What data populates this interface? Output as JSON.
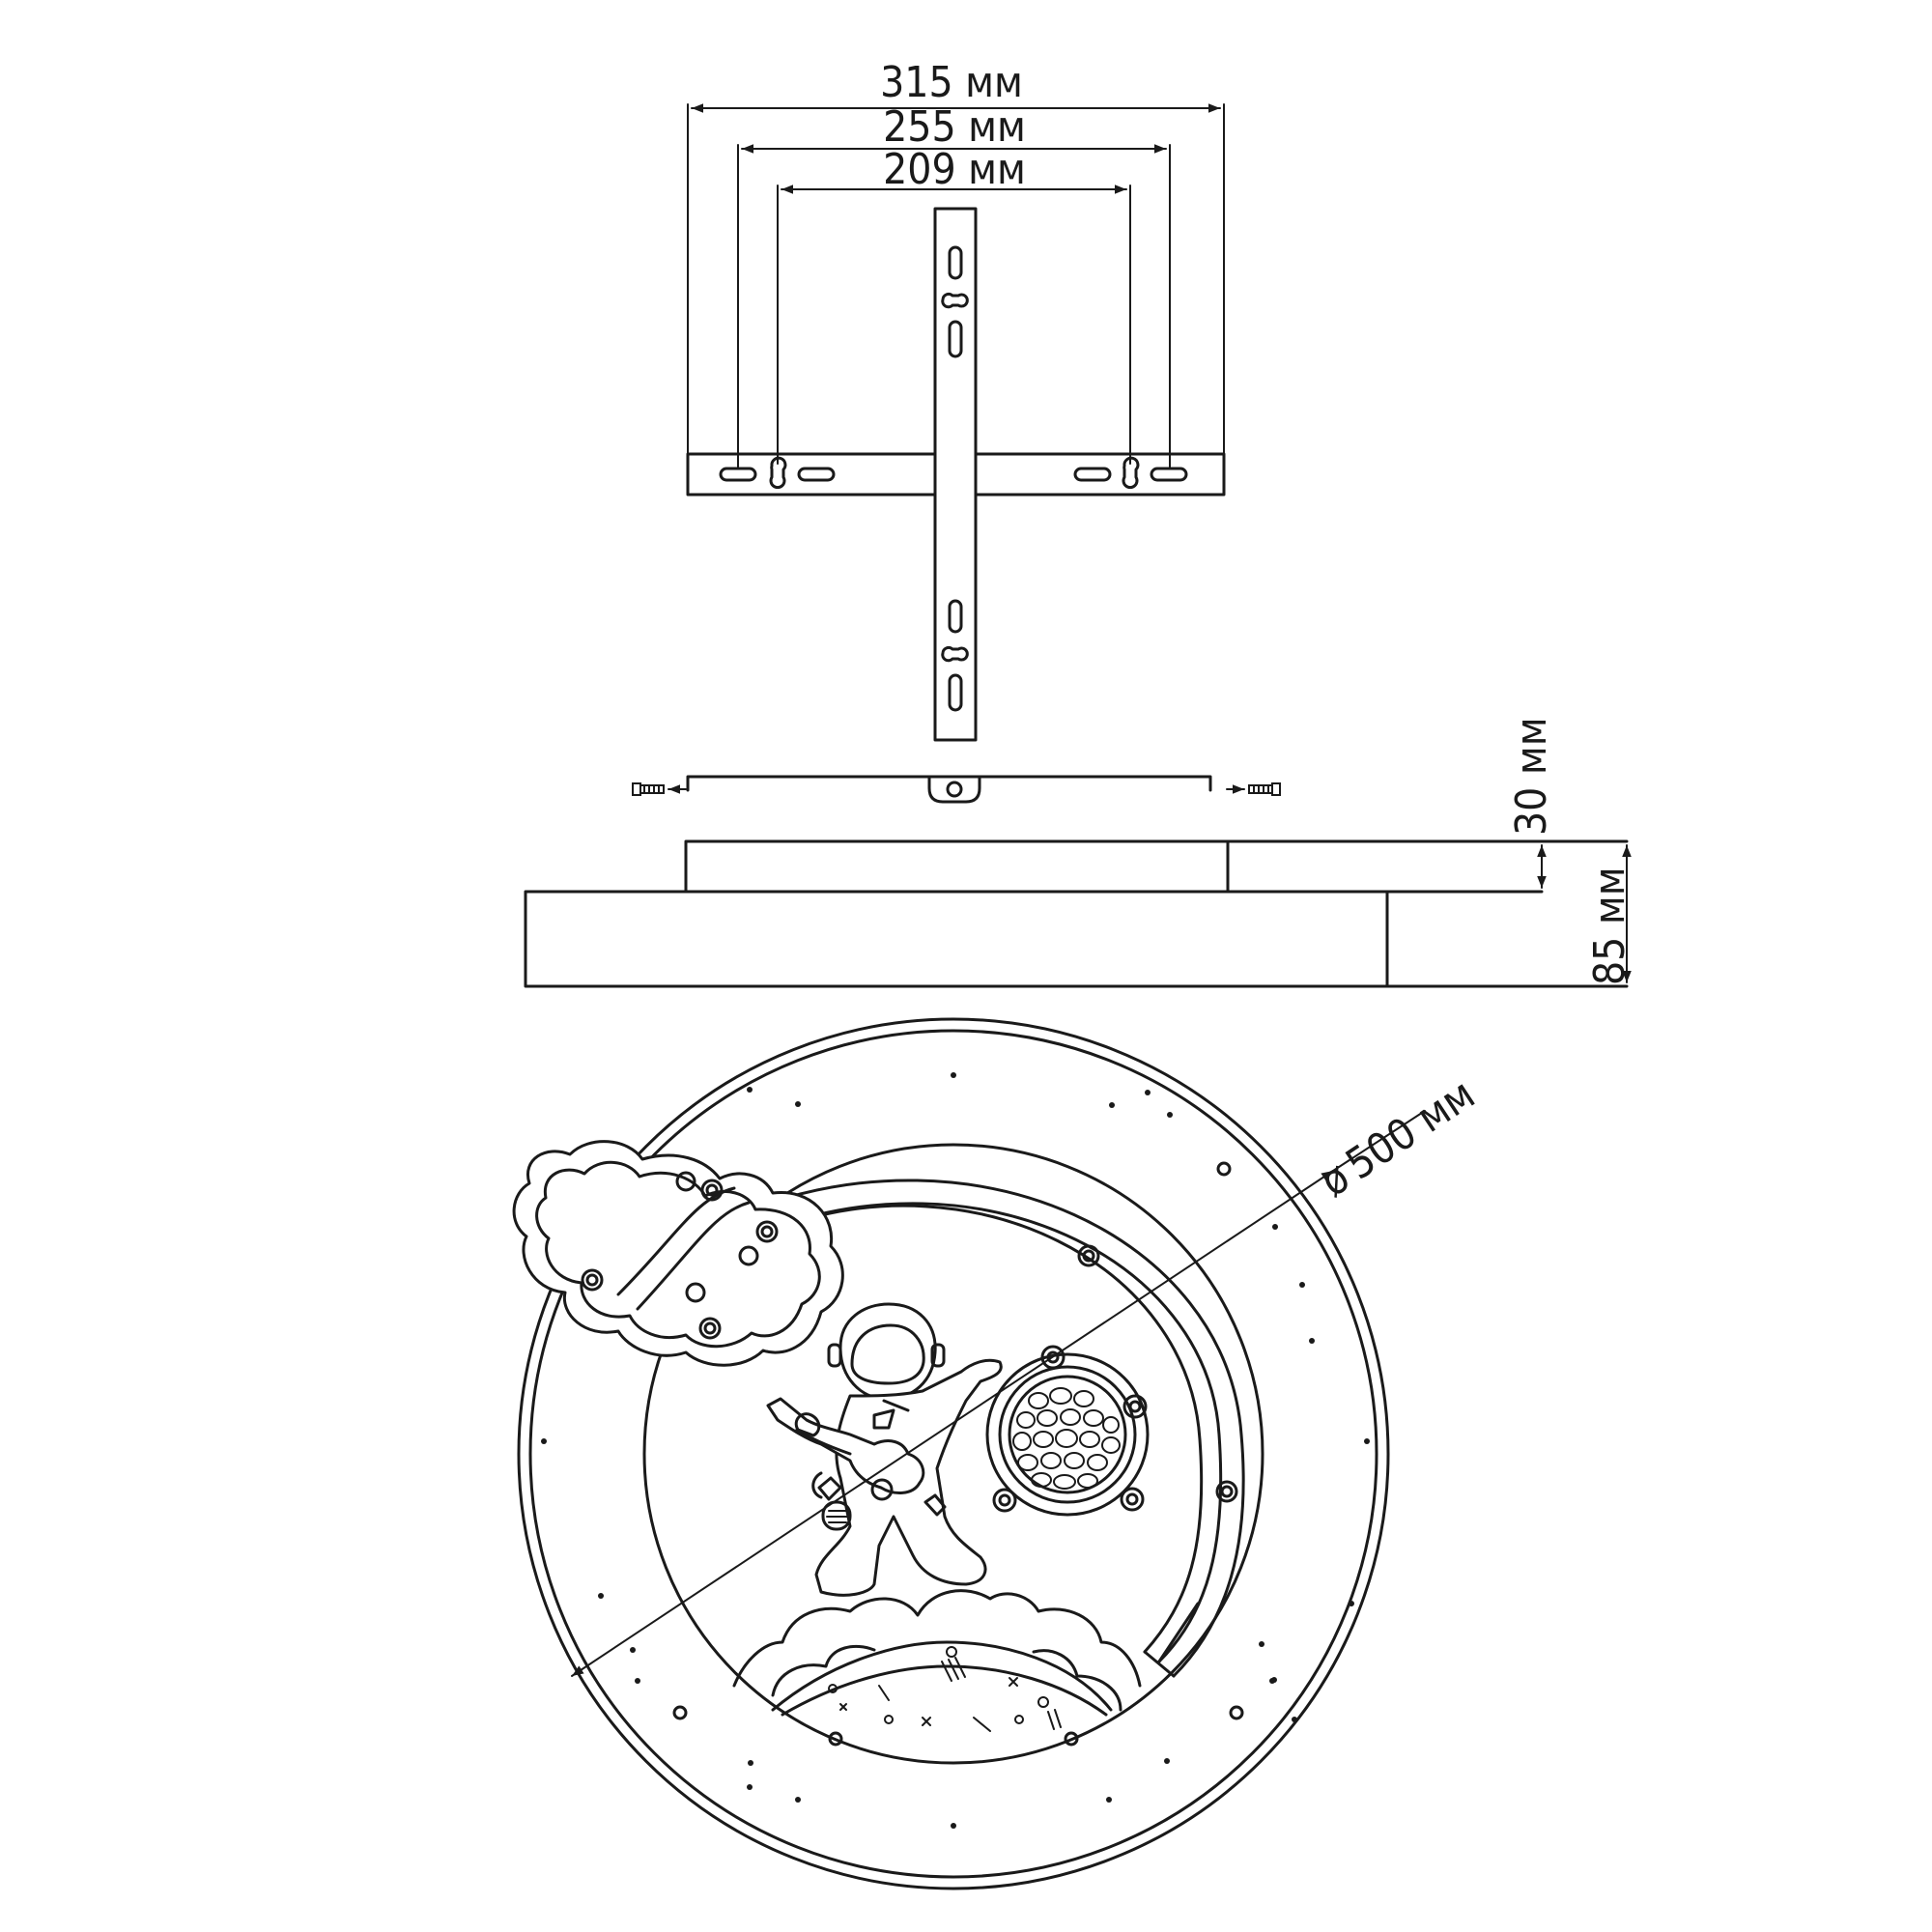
{
  "dimensions": {
    "width_315": "315 мм",
    "width_255": "255 мм",
    "width_209": "209 мм",
    "height_30": "30 мм",
    "height_85": "85 мм",
    "diameter": "500 мм",
    "diameter_symbol": "ø"
  },
  "colors": {
    "line": "#1a1a1a",
    "background": "#ffffff"
  }
}
